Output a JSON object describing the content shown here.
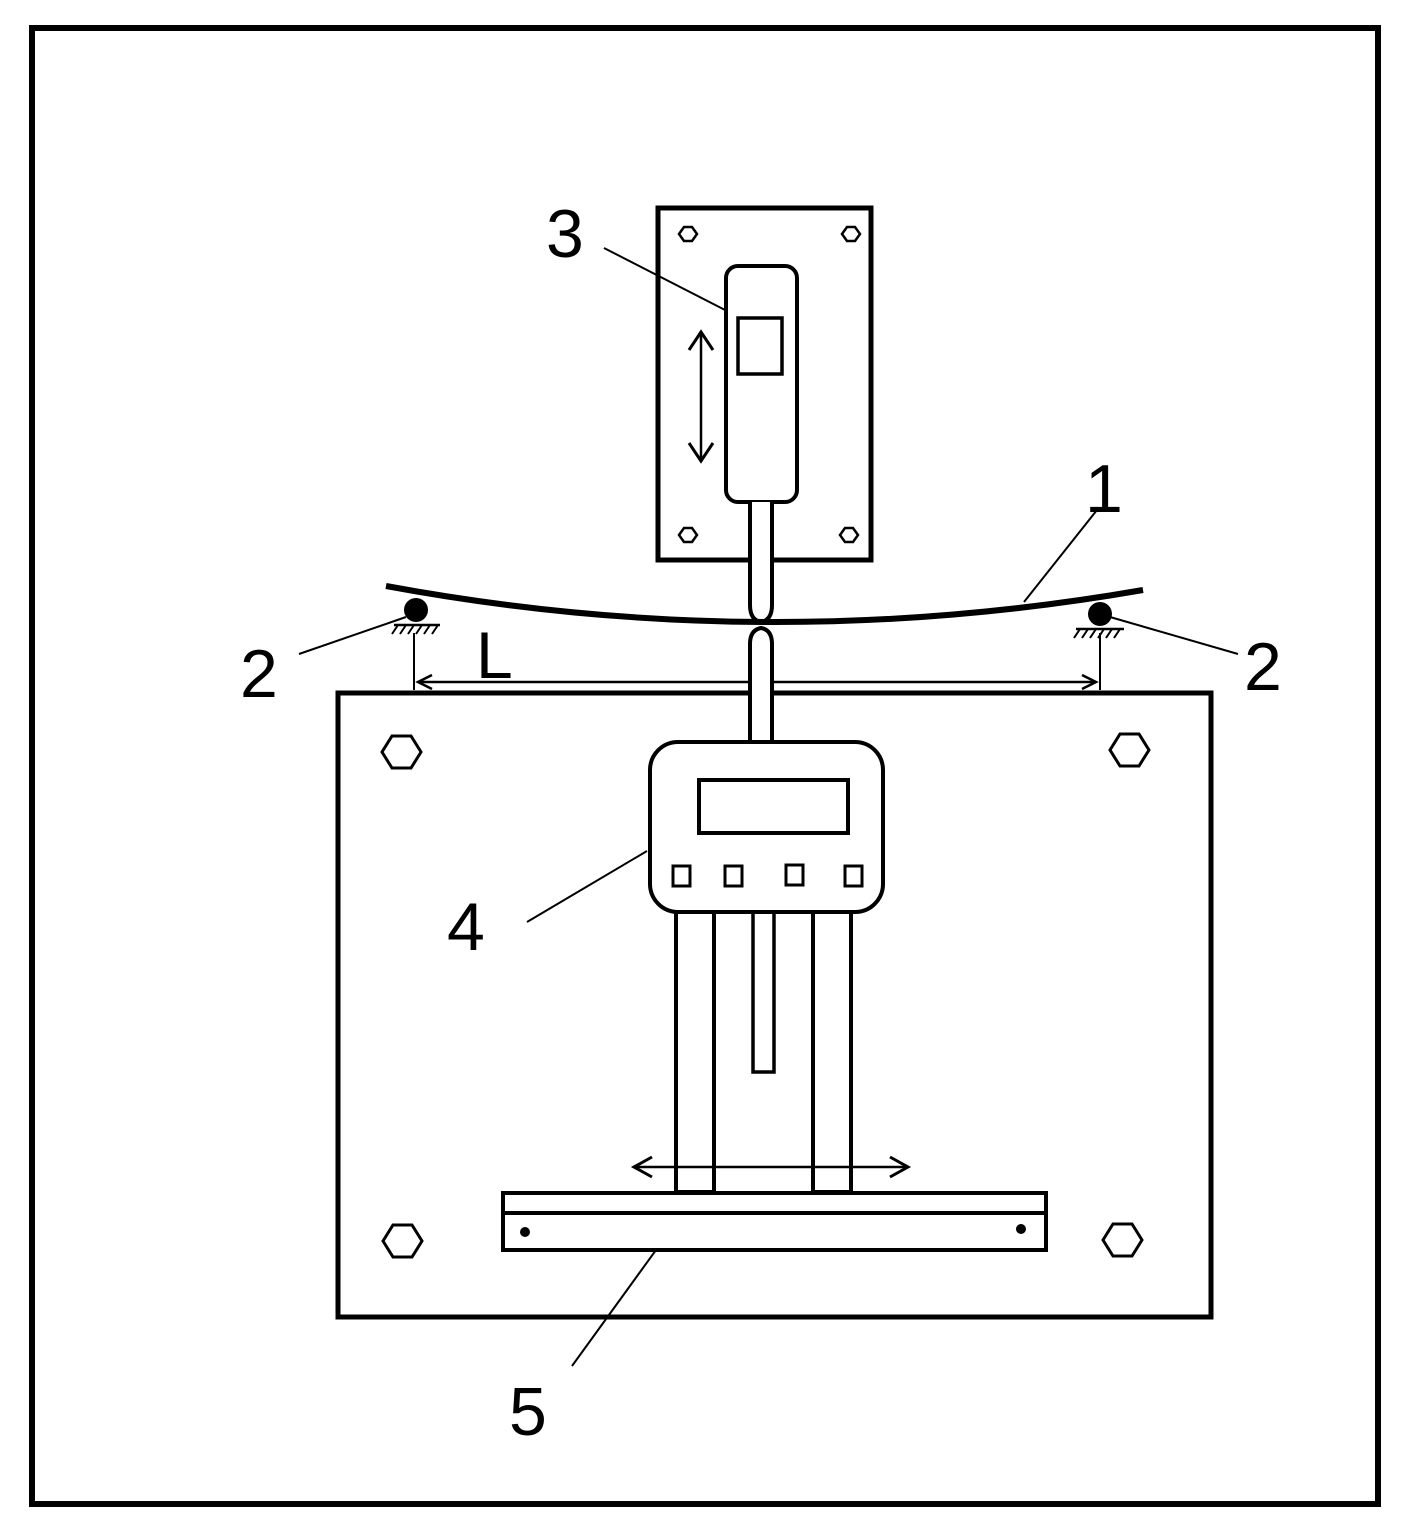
{
  "diagram": {
    "labels": {
      "beam": "1",
      "support_left": "2",
      "support_right": "2",
      "actuator": "3",
      "indicator": "4",
      "rail": "5",
      "span": "L"
    },
    "colors": {
      "ink": "#000000",
      "background": "#ffffff"
    }
  }
}
